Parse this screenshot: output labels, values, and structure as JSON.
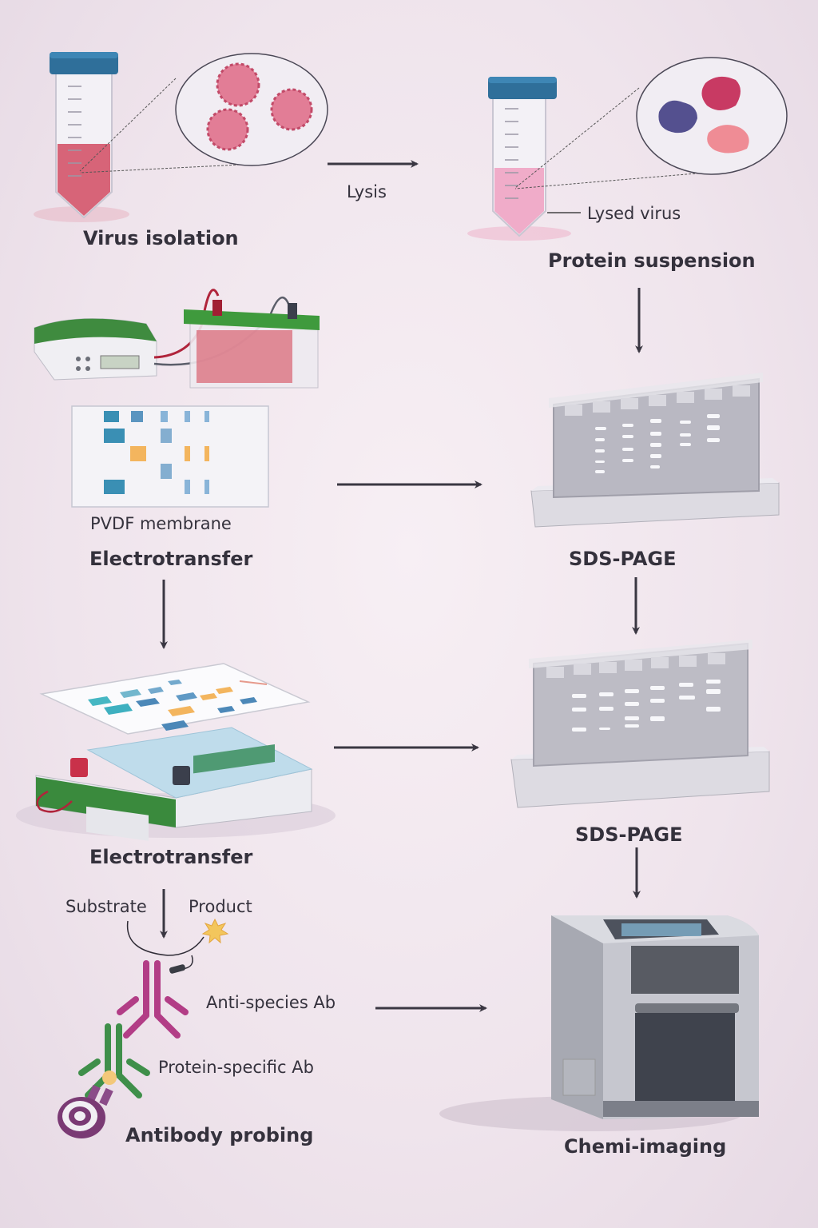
{
  "diagram": {
    "type": "workflow",
    "subject": "Western blot workflow for viral protein detection",
    "steps": [
      {
        "id": "virus-isolation",
        "title": "Virus isolation"
      },
      {
        "id": "protein-suspension",
        "title": "Protein suspension",
        "annotation": "Lysed virus"
      },
      {
        "id": "sds-page-1",
        "title": "SDS-PAGE"
      },
      {
        "id": "electrotransfer-1",
        "title": "Electrotransfer",
        "annotation": "PVDF membrane"
      },
      {
        "id": "electrotransfer-2",
        "title": "Electrotransfer"
      },
      {
        "id": "sds-page-2",
        "title": "SDS-PAGE"
      },
      {
        "id": "antibody-probing",
        "title": "Antibody probing"
      },
      {
        "id": "chemi-imaging",
        "title": "Chemi-imaging"
      }
    ],
    "edges": [
      {
        "from": "virus-isolation",
        "to": "protein-suspension",
        "label": "Lysis"
      },
      {
        "from": "protein-suspension",
        "to": "sds-page-1",
        "label": ""
      },
      {
        "from": "electrotransfer-1",
        "to": "sds-page-1",
        "label": ""
      },
      {
        "from": "electrotransfer-1",
        "to": "electrotransfer-2",
        "label": ""
      },
      {
        "from": "sds-page-1",
        "to": "sds-page-2",
        "label": ""
      },
      {
        "from": "electrotransfer-2",
        "to": "sds-page-2",
        "label": ""
      },
      {
        "from": "sds-page-2",
        "to": "chemi-imaging",
        "label": ""
      },
      {
        "from": "antibody-probing",
        "to": "chemi-imaging",
        "label": ""
      }
    ]
  },
  "labels": {
    "virus_isolation": "Virus isolation",
    "lysis": "Lysis",
    "lysed_virus": "Lysed virus",
    "protein_suspension": "Protein suspension",
    "pvdf_membrane": "PVDF membrane",
    "electrotransfer_1": "Electrotransfer",
    "sds_page_1": "SDS-PAGE",
    "electrotransfer_2": "Electrotransfer",
    "sds_page_2": "SDS-PAGE",
    "substrate": "Substrate",
    "product": "Product",
    "anti_species_ab": "Anti-species Ab",
    "protein_specific_ab": "Protein-specific Ab",
    "antibody_probing": "Antibody probing",
    "chemi_imaging": "Chemi-imaging"
  },
  "colors": {
    "cap_blue": "#2f6f9a",
    "virus_red": "#c9485e",
    "lysate_pink": "#ef9fc0",
    "green_apparatus": "#3b8a3c",
    "band_blue": "#3a8fb4",
    "band_orange": "#f3b55e",
    "anti_species_ab": "#b23d86",
    "protein_specific_ab": "#3f8f4a",
    "arrow": "#3a3742",
    "imager_gray": "#8c8f99"
  }
}
